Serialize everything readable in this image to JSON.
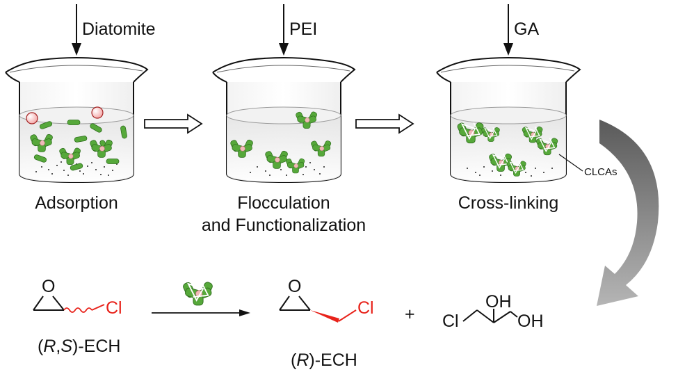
{
  "steps": [
    {
      "reagent": "Diatomite",
      "caption": "Adsorption"
    },
    {
      "reagent": "PEI",
      "caption_line1": "Flocculation",
      "caption_line2": "and Functionalization"
    },
    {
      "reagent": "GA",
      "caption": "Cross-linking"
    }
  ],
  "product_label": "CLCAs",
  "reaction": {
    "substrate_label_parts": [
      "(",
      "R",
      ",",
      "S",
      ")-ECH"
    ],
    "product_label_parts": [
      "(",
      "R",
      ")-ECH"
    ],
    "plus": "+",
    "epoxide_atom": "O",
    "chlorine": "Cl",
    "diol_oh_1": "OH",
    "diol_oh_2": "OH"
  },
  "colors": {
    "enzyme_green": "#56a83a",
    "chlorine_red": "#e8221a",
    "big_arrow_grey": "#8a8a8a"
  }
}
